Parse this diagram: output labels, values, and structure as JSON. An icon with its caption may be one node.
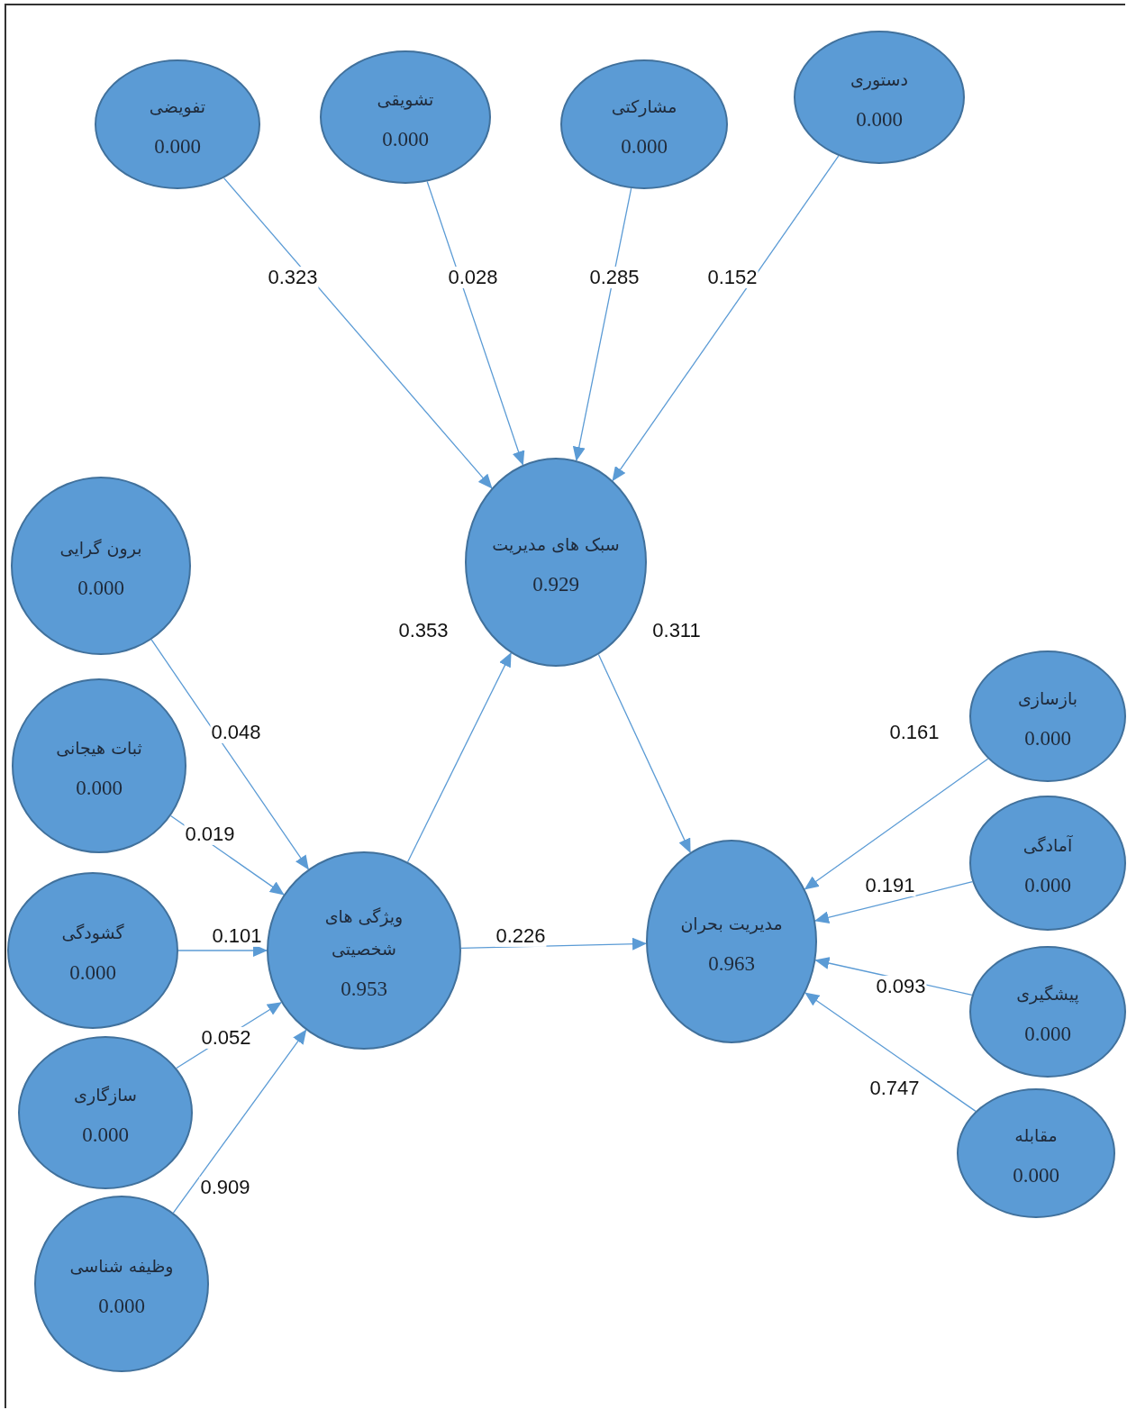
{
  "diagram": {
    "nodes": [
      {
        "text": [
          "تفویضی",
          "0.000"
        ]
      },
      {
        "text": [
          "تشویقی",
          "0.000"
        ]
      },
      {
        "text": [
          "مشارکتی",
          "0.000"
        ]
      },
      {
        "text": [
          "دستوری",
          "0.000"
        ]
      },
      {
        "text": [
          "سبک های مدیریت",
          "0.929"
        ]
      },
      {
        "text": [
          "برون گرایی",
          "0.000"
        ]
      },
      {
        "text": [
          "بازسازی",
          "0.000"
        ]
      },
      {
        "text": [
          "ثبات هیجانی",
          "0.000"
        ]
      },
      {
        "text": [
          "آمادگی",
          "0.000"
        ]
      },
      {
        "text": [
          "مدیریت بحران",
          "0.963"
        ]
      },
      {
        "text": [
          "ویژگی های شخصیتی",
          "0.953"
        ]
      },
      {
        "text": [
          "گشودگی",
          "0.000"
        ]
      },
      {
        "text": [
          "پیشگیری",
          "0.000"
        ]
      },
      {
        "text": [
          "سازگاری",
          "0.000"
        ]
      },
      {
        "text": [
          "مقابله",
          "0.000"
        ]
      },
      {
        "text": [
          "وظیفه شناسی",
          "0.000"
        ]
      }
    ],
    "edges": [
      {
        "from": 0,
        "to": 4,
        "arrow": "to",
        "label": "0.323"
      },
      {
        "from": 1,
        "to": 4,
        "arrow": "to",
        "label": "0.028"
      },
      {
        "from": 2,
        "to": 4,
        "arrow": "to",
        "label": "0.285"
      },
      {
        "from": 3,
        "to": 4,
        "arrow": "to",
        "label": "0.152"
      },
      {
        "from": 10,
        "to": 4,
        "arrow": "to",
        "label": "0.353"
      },
      {
        "from": 4,
        "to": 9,
        "arrow": "to",
        "label": "0.311"
      },
      {
        "from": 5,
        "to": 10,
        "arrow": "to",
        "label": "0.048"
      },
      {
        "from": 7,
        "to": 10,
        "arrow": "to",
        "label": "0.019"
      },
      {
        "from": 11,
        "to": 10,
        "arrow": "to",
        "label": "0.101"
      },
      {
        "from": 13,
        "to": 10,
        "arrow": "to",
        "label": "0.052"
      },
      {
        "from": 15,
        "to": 10,
        "arrow": "to",
        "label": "0.909"
      },
      {
        "from": 10,
        "to": 9,
        "arrow": "to",
        "label": "0.226"
      },
      {
        "from": 6,
        "to": 9,
        "arrow": "to",
        "label": "0.161"
      },
      {
        "from": 8,
        "to": 9,
        "arrow": "to",
        "label": "0.191"
      },
      {
        "from": 12,
        "to": 9,
        "arrow": "to",
        "label": "0.093"
      },
      {
        "from": 14,
        "to": 9,
        "arrow": "to",
        "label": "0.747"
      }
    ]
  }
}
